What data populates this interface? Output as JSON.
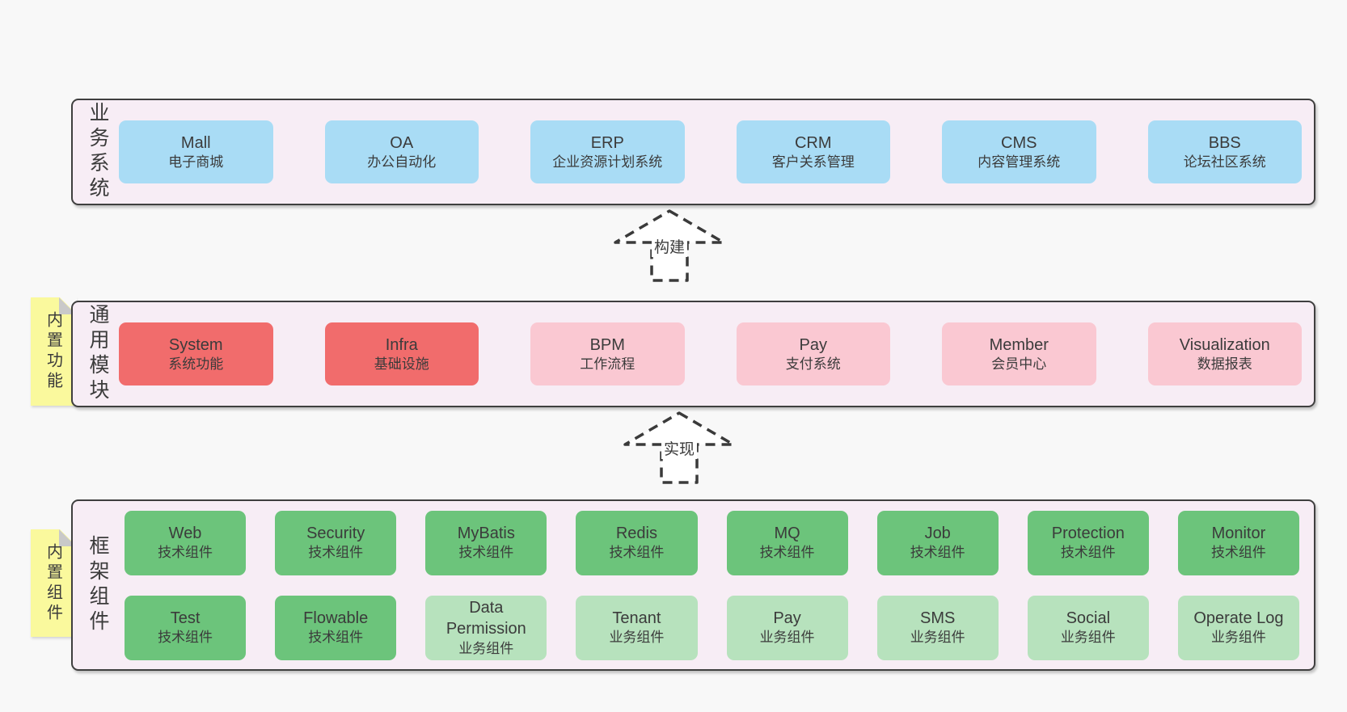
{
  "diagram": {
    "sections": [
      {
        "id": "business-systems",
        "label": "业务系统",
        "tab": null,
        "rows": [
          [
            {
              "title": "Mall",
              "subtitle": "电子商城",
              "variant": "blue"
            },
            {
              "title": "OA",
              "subtitle": "办公自动化",
              "variant": "blue"
            },
            {
              "title": "ERP",
              "subtitle": "企业资源计划系统",
              "variant": "blue"
            },
            {
              "title": "CRM",
              "subtitle": "客户关系管理",
              "variant": "blue"
            },
            {
              "title": "CMS",
              "subtitle": "内容管理系统",
              "variant": "blue"
            },
            {
              "title": "BBS",
              "subtitle": "论坛社区系统",
              "variant": "blue"
            }
          ]
        ]
      },
      {
        "id": "common-modules",
        "label": "通用模块",
        "tab": "内置功能",
        "rows": [
          [
            {
              "title": "System",
              "subtitle": "系统功能",
              "variant": "red"
            },
            {
              "title": "Infra",
              "subtitle": "基础设施",
              "variant": "red"
            },
            {
              "title": "BPM",
              "subtitle": "工作流程",
              "variant": "pink"
            },
            {
              "title": "Pay",
              "subtitle": "支付系统",
              "variant": "pink"
            },
            {
              "title": "Member",
              "subtitle": "会员中心",
              "variant": "pink"
            },
            {
              "title": "Visualization",
              "subtitle": "数据报表",
              "variant": "pink"
            }
          ]
        ]
      },
      {
        "id": "framework-components",
        "label": "框架组件",
        "tab": "内置组件",
        "rows": [
          [
            {
              "title": "Web",
              "subtitle": "技术组件",
              "variant": "green"
            },
            {
              "title": "Security",
              "subtitle": "技术组件",
              "variant": "green"
            },
            {
              "title": "MyBatis",
              "subtitle": "技术组件",
              "variant": "green"
            },
            {
              "title": "Redis",
              "subtitle": "技术组件",
              "variant": "green"
            },
            {
              "title": "MQ",
              "subtitle": "技术组件",
              "variant": "green"
            },
            {
              "title": "Job",
              "subtitle": "技术组件",
              "variant": "green"
            },
            {
              "title": "Protection",
              "subtitle": "技术组件",
              "variant": "green"
            },
            {
              "title": "Monitor",
              "subtitle": "技术组件",
              "variant": "green"
            }
          ],
          [
            {
              "title": "Test",
              "subtitle": "技术组件",
              "variant": "green"
            },
            {
              "title": "Flowable",
              "subtitle": "技术组件",
              "variant": "green"
            },
            {
              "title": "Data Permission",
              "subtitle": "业务组件",
              "variant": "green-light"
            },
            {
              "title": "Tenant",
              "subtitle": "业务组件",
              "variant": "green-light"
            },
            {
              "title": "Pay",
              "subtitle": "业务组件",
              "variant": "green-light"
            },
            {
              "title": "SMS",
              "subtitle": "业务组件",
              "variant": "green-light"
            },
            {
              "title": "Social",
              "subtitle": "业务组件",
              "variant": "green-light"
            },
            {
              "title": "Operate Log",
              "subtitle": "业务组件",
              "variant": "green-light"
            }
          ]
        ]
      }
    ],
    "arrows": [
      {
        "label": "构建"
      },
      {
        "label": "实现"
      }
    ]
  },
  "colors": {
    "page_bg": "#F8F8F8",
    "panel_bg": "#F7EDF5",
    "panel_border": "#3F3F3F",
    "box_blue": "#A9DCF5",
    "box_red": "#F16C6C",
    "box_pink": "#FAC8D2",
    "box_green": "#6CC47B",
    "box_green_light": "#B7E2BD",
    "tab_yellow": "#FAF99D",
    "fold_gray": "#C9C9C9",
    "text": "#3B3B3B",
    "arrow_stroke": "#3A3A3A",
    "arrow_fill": "#FFFFFF"
  }
}
